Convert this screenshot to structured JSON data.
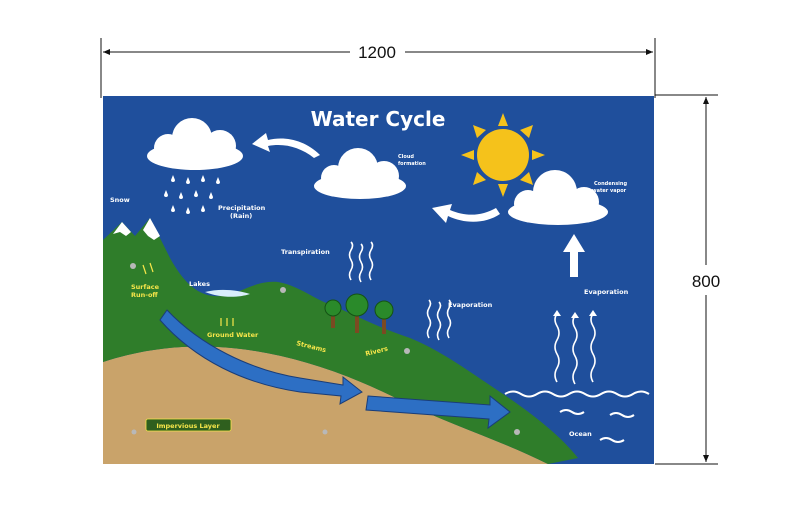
{
  "dimensions": {
    "width_label": "1200",
    "height_label": "800"
  },
  "diagram": {
    "title": "Water Cycle",
    "labels": {
      "cloud_formation_1": "Cloud",
      "cloud_formation_2": "formation",
      "condensing_1": "Condensing",
      "condensing_2": "water vapor",
      "snow": "Snow",
      "precipitation_1": "Precipitation",
      "precipitation_2": "(Rain)",
      "transpiration": "Transpiration",
      "lakes": "Lakes",
      "surface_1": "Surface",
      "surface_2": "Run-off",
      "ground_water": "Ground Water",
      "streams": "Streams",
      "rivers": "Rivers",
      "evaporation_land": "Evaporation",
      "evaporation_sea": "Evaporation",
      "impervious": "Impervious Layer",
      "ocean": "Ocean"
    },
    "colors": {
      "sky": "#1f4f9c",
      "land": "#2f7d2a",
      "soil": "#c9a36a",
      "water_flow": "#2d6fc4",
      "sun": "#f5c21b",
      "label_yellow": "#f7e64a"
    }
  }
}
